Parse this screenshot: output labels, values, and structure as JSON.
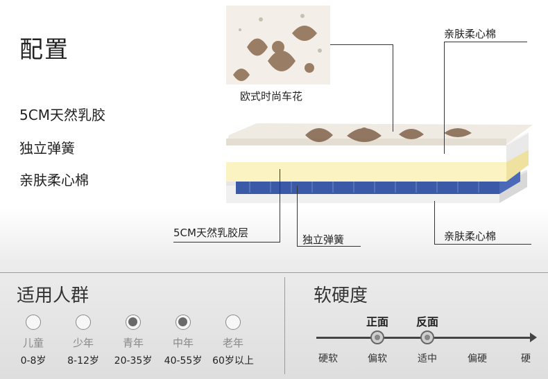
{
  "title": "配置",
  "features": [
    "5CM天然乳胶",
    "独立弹簧",
    "亲肤柔心棉"
  ],
  "callouts": {
    "fabric": "欧式时尚车花",
    "top_cotton": "亲肤柔心棉",
    "latex": "5CM天然乳胶层",
    "springs": "独立弹簧",
    "bottom_cotton": "亲肤柔心棉"
  },
  "audience": {
    "heading": "适用人群",
    "groups": [
      {
        "name": "儿童",
        "range": "0-8岁",
        "selected": false
      },
      {
        "name": "少年",
        "range": "8-12岁",
        "selected": false
      },
      {
        "name": "青年",
        "range": "20-35岁",
        "selected": true
      },
      {
        "name": "中年",
        "range": "40-55岁",
        "selected": true
      },
      {
        "name": "老年",
        "range": "60岁以上",
        "selected": false
      }
    ]
  },
  "firmness": {
    "heading": "软硬度",
    "ticks": [
      "硬软",
      "偏软",
      "适中",
      "偏硬",
      "硬"
    ],
    "markers": [
      {
        "label": "正面",
        "tick_index": 1
      },
      {
        "label": "反面",
        "tick_index": 2
      }
    ]
  },
  "colors": {
    "fabric_pattern": "#7a5a42",
    "latex_layer": "#fbf3c2",
    "spring_layer": "#3a5aa8",
    "cotton_layer": "#f4f4f4"
  }
}
